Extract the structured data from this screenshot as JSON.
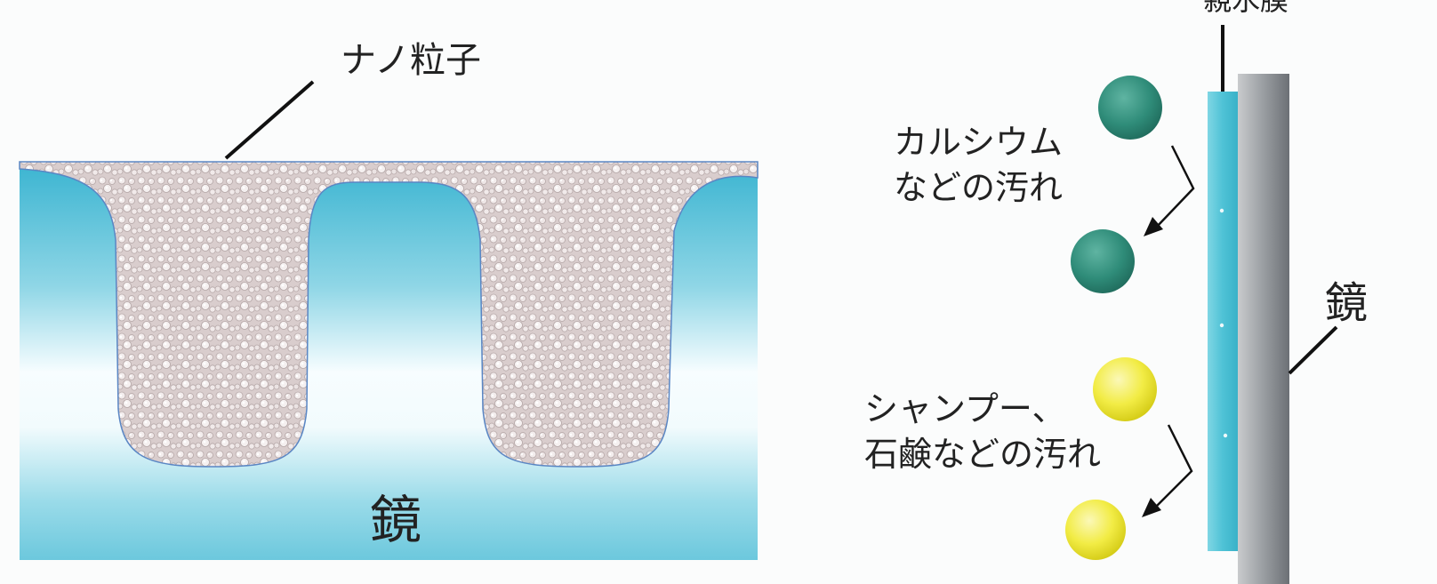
{
  "left_panel": {
    "nanoparticle_label": "ナノ粒子",
    "mirror_label": "鏡"
  },
  "right_panel": {
    "film_label": "親水膜",
    "mirror_label": "鏡",
    "calcium_stain_label": [
      "カルシウム",
      "などの汚れ"
    ],
    "shampoo_stain_label": [
      "シャンプー、",
      "石鹸などの汚れ"
    ]
  },
  "colors": {
    "mirror_blue": "#4fbfd6",
    "mirror_light": "#f4fbfd",
    "nano_fill": "#ddd2d2",
    "film_blue": "#56c6d9",
    "mirror_gray": "#8d9196",
    "calcium_green": "#2f8f7c",
    "shampoo_yellow": "#eeea3c"
  }
}
